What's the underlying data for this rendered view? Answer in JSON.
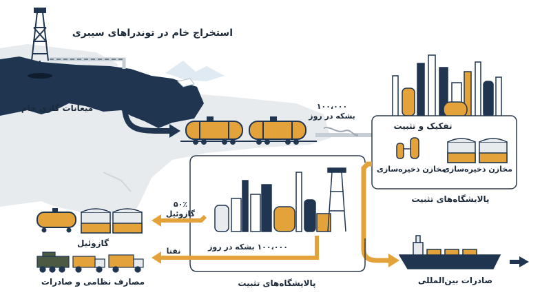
{
  "title": "استخراج خام در توندراهای سیبری",
  "labels": {
    "gas_fields": "میعانات گازی خام",
    "rate_top_num": "۱۰۰،۰۰۰",
    "rate_top_unit": "بشکه در روز",
    "separation": "تفکیک و تثبیت",
    "storage_tanks_small": "مخازن ذخیره‌سازی",
    "storage_tanks_large": "مخازن ذخیره‌سازی",
    "stabilization_right": "پالایشگاه‌های تثبیت",
    "diesel_pct": "۵۰٪",
    "diesel_flow": "گازوئیل",
    "diesel_dest": "گازوئیل",
    "rate_mid": "۱۰۰،۰۰۰ بشکه در روز",
    "naphtha_flow": "نفتا",
    "military": "مصارف نظامی و صادرات",
    "stabilization_bottom": "پالایشگاه‌های تثبیت",
    "exports": "صادرات بین‌المللی"
  },
  "colors": {
    "navy": "#1f3550",
    "orange": "#e3a33a",
    "map": "#e7ebee",
    "grey": "#9ca7b2",
    "line": "#2b3a4a"
  }
}
